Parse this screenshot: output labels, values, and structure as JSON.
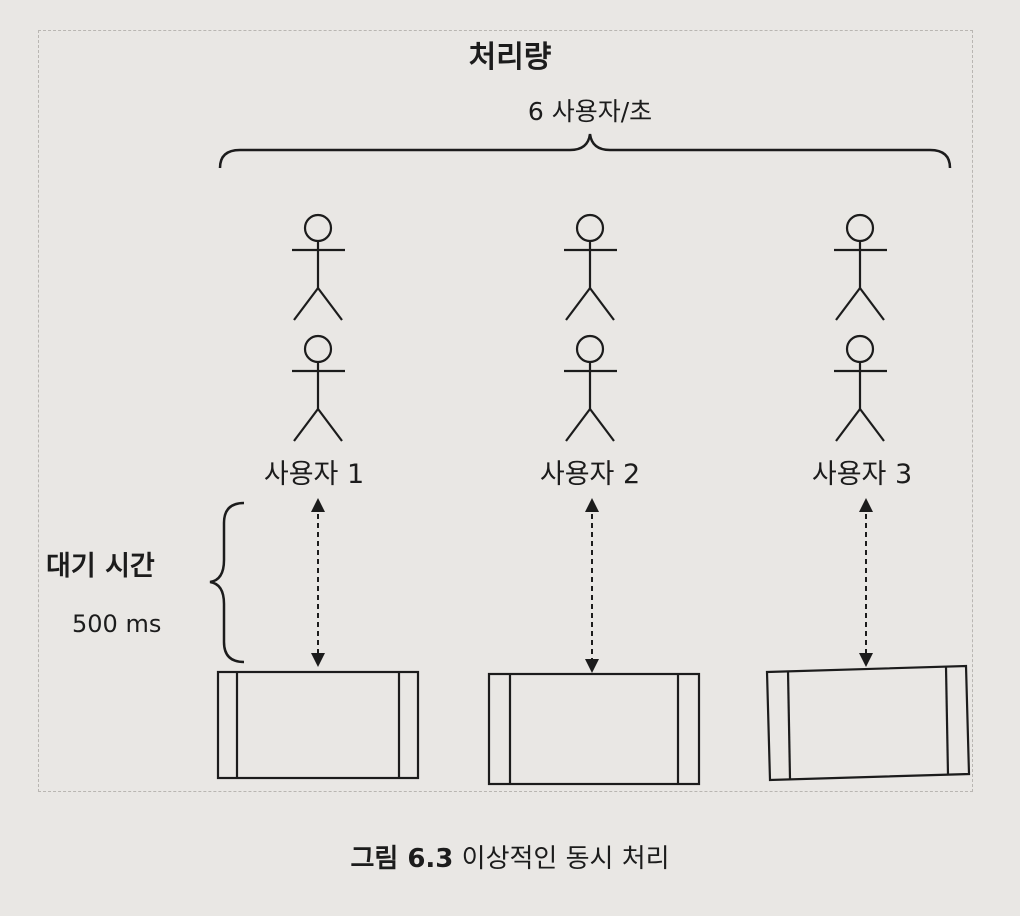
{
  "diagram": {
    "title": "처리량",
    "subtitle": "6 사용자/초",
    "users": [
      {
        "label": "사용자 1"
      },
      {
        "label": "사용자 2"
      },
      {
        "label": "사용자 3"
      }
    ],
    "wait_time": {
      "label": "대기 시간",
      "value": "500 ms"
    },
    "caption": {
      "number": "그림 6.3",
      "text": " 이상적인 동시 처리"
    }
  }
}
